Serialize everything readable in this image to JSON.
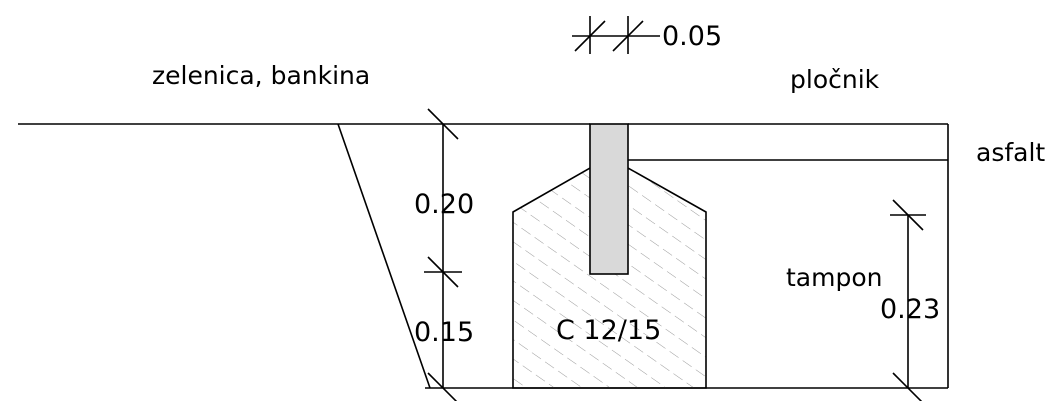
{
  "labels": {
    "zelenica": "zelenica, bankina",
    "plocnik": "pločnik",
    "asfalt": "asfalt",
    "tampon": "tampon",
    "concrete": "C 12/15"
  },
  "dimensions": {
    "top_spacing": "0.05",
    "upper_layer": "0.20",
    "lower_layer": "0.15",
    "tampon_depth": "0.23"
  },
  "colors": {
    "line": "#000000",
    "curb_fill": "#d9d9d9",
    "hatch": "#9a9a9a"
  }
}
